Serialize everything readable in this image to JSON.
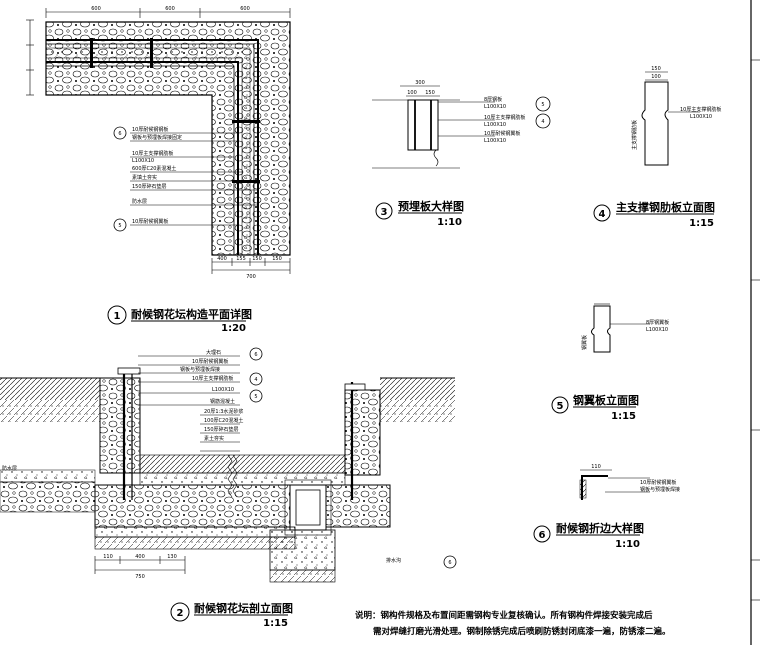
{
  "details": [
    {
      "id": "1",
      "title": "耐候钢花坛构造平面详图",
      "scale": "1:20"
    },
    {
      "id": "2",
      "title": "耐候钢花坛剖立面图",
      "scale": "1:15"
    },
    {
      "id": "3",
      "title": "预埋板大样图",
      "scale": "1:10"
    },
    {
      "id": "4",
      "title": "主支撑钢肋板立面图",
      "scale": "1:15"
    },
    {
      "id": "5",
      "title": "钢翼板立面图",
      "scale": "1:15"
    },
    {
      "id": "6",
      "title": "耐候钢折边大样图",
      "scale": "1:10"
    }
  ],
  "note": {
    "line1": "说明：钢构件规格及布置间距需钢构专业复核确认。所有钢构件焊接安装完成后",
    "line2": "需对焊缝打磨光滑处理。钢制除锈完成后喷刷防锈封闭底漆一遍，防锈漆二遍。"
  },
  "plan_dims": {
    "top": [
      "600",
      "600",
      "600"
    ],
    "bottom": [
      "400",
      "155",
      "150",
      "150"
    ],
    "total": "700"
  },
  "plan_labels": [
    "10厚耐候钢钢板",
    "钢板与预埋板焊接固定",
    "10厚主支撑钢肋板",
    "L100X10",
    "600厚C20素混凝土",
    "素填土夯实",
    "150厚碎石垫层",
    "防水层",
    "10厚耐候钢翼板"
  ],
  "section_labels": [
    "大理石",
    "10厚耐候钢翼板",
    "钢板与预埋板焊接",
    "10厚主支撑钢肋板",
    "L100X10",
    "钢筋混凝土",
    "20厚1:3水泥砂浆",
    "100厚C20混凝土",
    "150厚碎石垫层",
    "素土夯实",
    "排水沟",
    "防水层"
  ],
  "section_dims": [
    "110",
    "400",
    "130",
    "750"
  ],
  "detail3_labels": [
    "8厚钢板",
    "L100X10",
    "10厚主支撑钢肋板",
    "L100X10",
    "10厚耐候钢翼板",
    "L100X10"
  ],
  "detail3_dims": [
    "300",
    "100",
    "150"
  ],
  "detail4_labels": [
    "10厚主支撑钢肋板",
    "L100X10",
    "主支撑钢肋板"
  ],
  "detail4_dims": [
    "150",
    "100"
  ],
  "detail5_labels": [
    "8厚钢翼板",
    "L100X10",
    "钢翼板"
  ],
  "detail6_labels": [
    "10厚耐候钢翼板",
    "钢板与预埋板焊接"
  ],
  "detail6_dims": [
    "110"
  ]
}
